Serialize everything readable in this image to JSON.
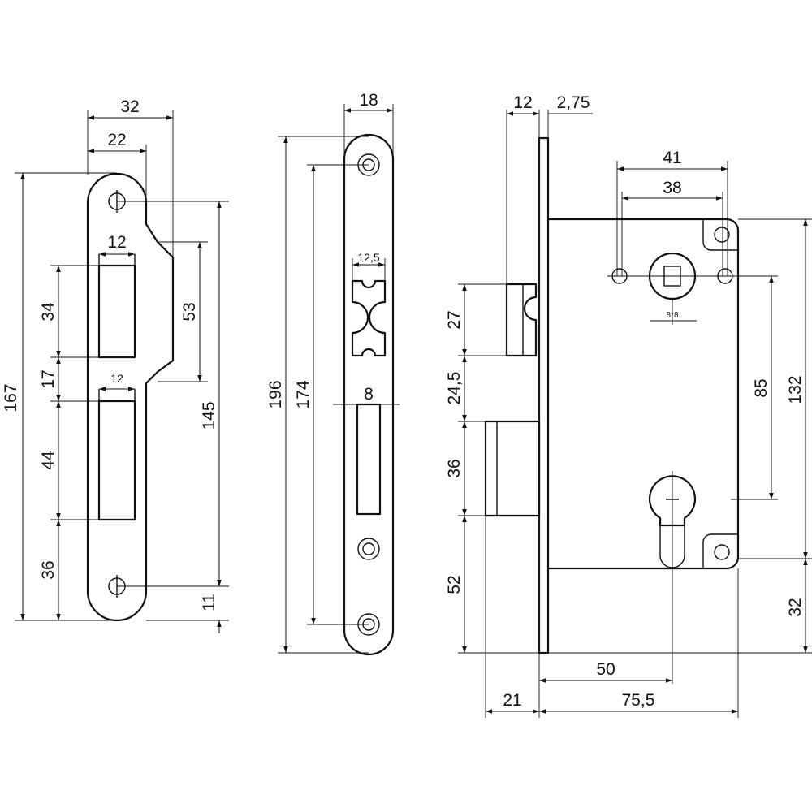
{
  "strike_plate": {
    "dims": {
      "width_total": "32",
      "width_inner": "22",
      "slot_width_top": "12",
      "slot_width_bottom": "12",
      "height_total": "167",
      "hole_spacing": "145",
      "slot_top_height": "34",
      "gap_between_slots": "17",
      "slot_bottom_height": "44",
      "bottom_offset": "36",
      "notch_height": "53",
      "hole_offset_bottom": "11"
    }
  },
  "faceplate": {
    "dims": {
      "width": "18",
      "height_total": "196",
      "hole_spacing": "174",
      "latch_width": "12,5",
      "bolt_width": "8"
    }
  },
  "lock_body": {
    "dims": {
      "plate_thickness": "12",
      "faceplate_thickness": "2,75",
      "outer_screw_spacing": "41",
      "inner_screw_spacing": "38",
      "spindle_size": "8*8",
      "latch_height": "27",
      "latch_to_bolt": "24,5",
      "bolt_height": "36",
      "bolt_to_bottom": "52",
      "spindle_to_cylinder": "85",
      "body_height": "132",
      "cylinder_to_bottom": "32",
      "backset": "50",
      "body_depth": "75,5",
      "bolt_projection": "21"
    }
  }
}
